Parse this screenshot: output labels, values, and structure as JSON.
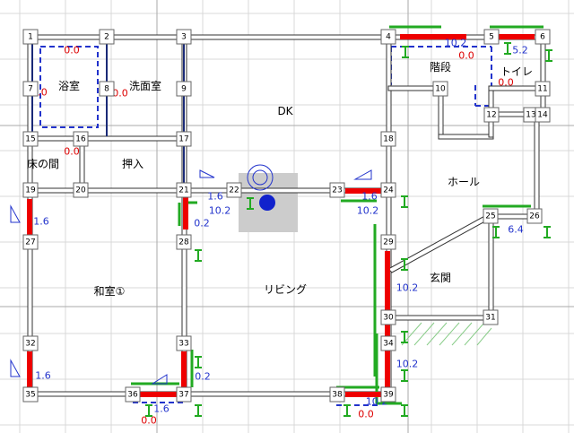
{
  "colors": {
    "wall_fill": "#ffffff",
    "wall_stroke": "#333333",
    "grid_major": "#aaaaaa",
    "grid_minor": "#d8d8d8",
    "highlight_red": "#ee0000",
    "highlight_green": "#22aa22",
    "dash_blue": "#2233cc",
    "text_red": "#dd0000",
    "text_blue": "#2233cc"
  },
  "nodes": [
    "1",
    "2",
    "3",
    "4",
    "5",
    "6",
    "7",
    "8",
    "9",
    "10",
    "11",
    "12",
    "13",
    "14",
    "15",
    "16",
    "17",
    "18",
    "19",
    "20",
    "21",
    "22",
    "23",
    "24",
    "25",
    "26",
    "27",
    "28",
    "29",
    "30",
    "31",
    "32",
    "33",
    "34",
    "35",
    "36",
    "37",
    "38",
    "39"
  ],
  "rooms": [
    "浴室",
    "洗面室",
    "DK",
    "階段",
    "トイレ",
    "床の間",
    "押入",
    "ホール",
    "和室①",
    "リビング",
    "玄関"
  ],
  "value_labels": {
    "red": [
      "0.0",
      "0.0",
      "0.0",
      "0.0",
      "0.0",
      "0.0",
      "0.0",
      "0.0"
    ],
    "blue": [
      "10.2",
      "5.2",
      "1.6",
      "10.2",
      "0.2",
      "1.6",
      "10.2",
      "1.6",
      "6.4",
      "10.2",
      "10.2",
      "1.6",
      "0.2",
      "1.6",
      "10.2"
    ]
  },
  "marker_icons": [
    "i-beam-icon",
    "triangle-icon",
    "camera-icon"
  ]
}
